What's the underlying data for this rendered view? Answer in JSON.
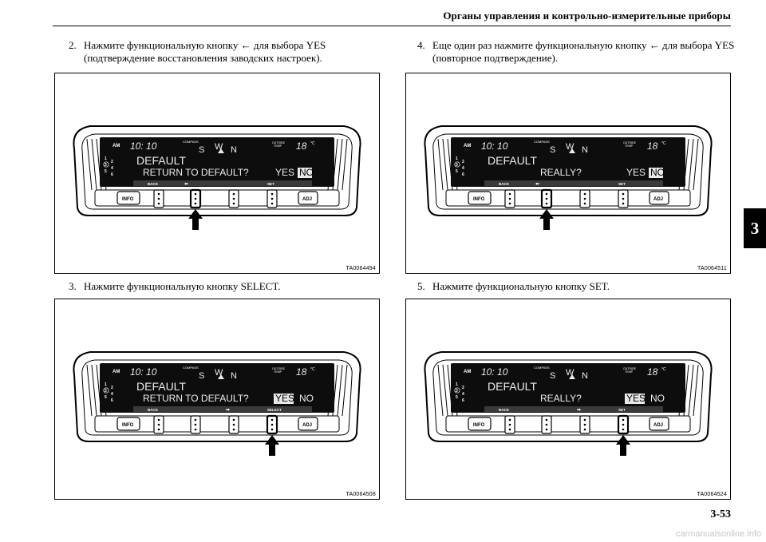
{
  "header": {
    "title": "Органы управления и контрольно-измерительные приборы"
  },
  "section_tab": "3",
  "page_number": "3-53",
  "watermark": "carmanualsonline.info",
  "panels": [
    {
      "step_num": "2.",
      "step_text": "Нажмите функциональную кнопку ← для выбора YES (подтверждение восстановления заводских настроек).",
      "code": "TA0064494",
      "display": {
        "radio_band": "AM",
        "time": "10: 10",
        "compass_label": "COMPASS",
        "compass_letters": [
          "S",
          "W",
          "N"
        ],
        "outside_temp_label": [
          "OUTSIDE",
          "TEMP"
        ],
        "temp_value": "18",
        "temp_unit": "°C",
        "presets": [
          "1",
          "2",
          "3",
          "4",
          "5",
          "6"
        ],
        "line1": "DEFAULT",
        "question": "RETURN TO DEFAULT?",
        "yes": "YES",
        "no": "NO",
        "highlight": "no",
        "soft_labels": [
          "BACK",
          "⬅",
          "",
          "SET"
        ],
        "buttons": [
          "INFO",
          "ADJ"
        ],
        "pressed_button": 2
      }
    },
    {
      "step_num": "4.",
      "step_text": "Еще один раз нажмите функциональную кнопку ← для выбора YES (повторное подтверждение).",
      "code": "TA0064511",
      "display": {
        "radio_band": "AM",
        "time": "10: 10",
        "compass_label": "COMPASS",
        "compass_letters": [
          "S",
          "W",
          "N"
        ],
        "outside_temp_label": [
          "OUTSIDE",
          "TEMP"
        ],
        "temp_value": "18",
        "temp_unit": "°C",
        "presets": [
          "1",
          "2",
          "3",
          "4",
          "5",
          "6"
        ],
        "line1": "DEFAULT",
        "question": "REALLY?",
        "yes": "YES",
        "no": "NO",
        "highlight": "no",
        "soft_labels": [
          "BACK",
          "⬅",
          "",
          "SET"
        ],
        "buttons": [
          "INFO",
          "ADJ"
        ],
        "pressed_button": 2
      }
    },
    {
      "step_num": "3.",
      "step_text": "Нажмите функциональную кнопку SELECT.",
      "code": "TA0064508",
      "display": {
        "radio_band": "AM",
        "time": "10: 10",
        "compass_label": "COMPASS",
        "compass_letters": [
          "S",
          "W",
          "N"
        ],
        "outside_temp_label": [
          "OUTSIDE",
          "TEMP"
        ],
        "temp_value": "18",
        "temp_unit": "°C",
        "presets": [
          "1",
          "2",
          "3",
          "4",
          "5",
          "6"
        ],
        "line1": "DEFAULT",
        "question": "RETURN TO DEFAULT?",
        "yes": "YES",
        "no": "NO",
        "highlight": "yes",
        "soft_labels": [
          "BACK",
          "",
          "➡",
          "SELECT"
        ],
        "buttons": [
          "INFO",
          "ADJ"
        ],
        "pressed_button": 4
      }
    },
    {
      "step_num": "5.",
      "step_text": "Нажмите функциональную кнопку SET.",
      "code": "TA0064524",
      "display": {
        "radio_band": "AM",
        "time": "10: 10",
        "compass_label": "COMPASS",
        "compass_letters": [
          "S",
          "W",
          "N"
        ],
        "outside_temp_label": [
          "OUTSIDE",
          "TEMP"
        ],
        "temp_value": "18",
        "temp_unit": "°C",
        "presets": [
          "1",
          "2",
          "3",
          "4",
          "5",
          "6"
        ],
        "line1": "DEFAULT",
        "question": "REALLY?",
        "yes": "YES",
        "no": "NO",
        "highlight": "yes",
        "soft_labels": [
          "BACK",
          "",
          "➡",
          "SET"
        ],
        "buttons": [
          "INFO",
          "ADJ"
        ],
        "pressed_button": 4
      }
    }
  ]
}
